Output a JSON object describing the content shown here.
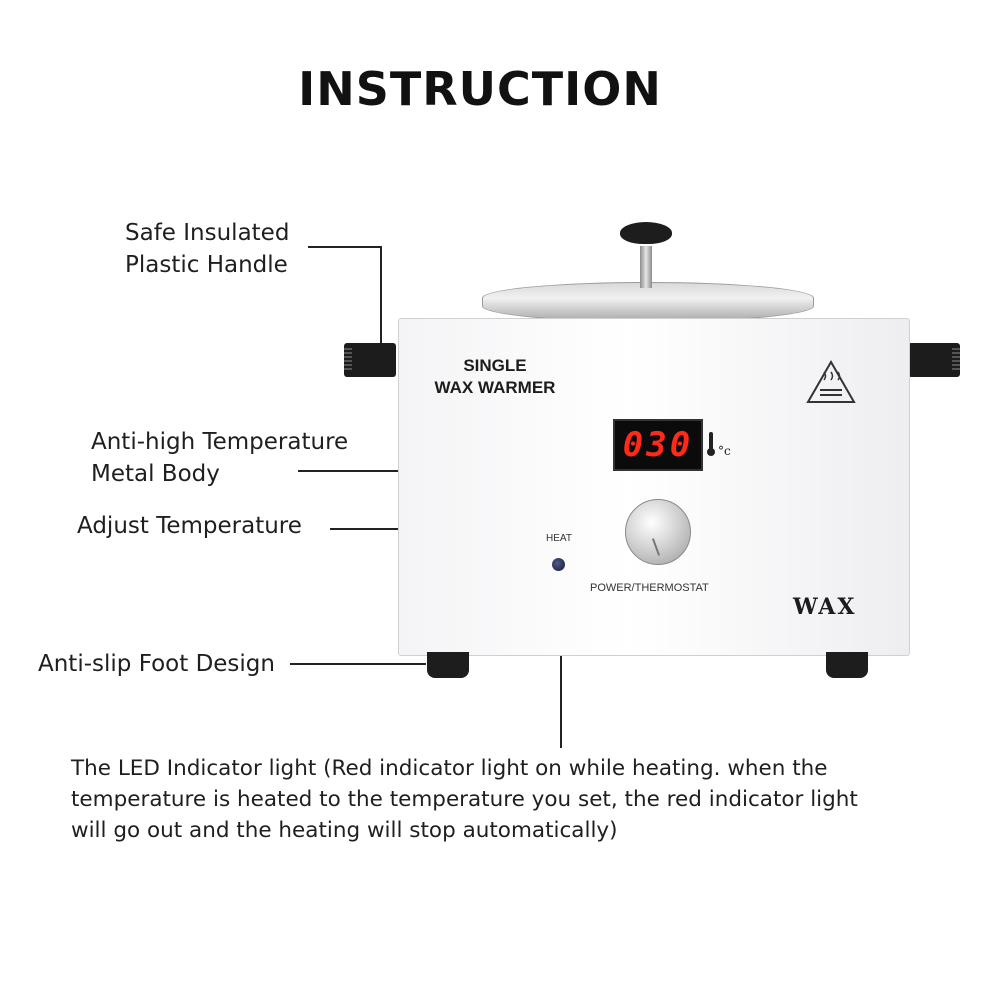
{
  "title": "INSTRUCTION",
  "labels": {
    "handle_line1": "Safe Insulated",
    "handle_line2": "Plastic Handle",
    "body_line1": "Anti-high Temperature",
    "body_line2": "Metal Body",
    "adjust": "Adjust Temperature",
    "foot": "Anti-slip Foot Design",
    "led_line1": "The LED Indicator light (Red indicator light on while heating. when the",
    "led_line2": "temperature is heated to the temperature you set, the red indicator light",
    "led_line3": "will go out and the heating will stop automatically)"
  },
  "device": {
    "name_line1": "SINGLE",
    "name_line2": "WAX WARMER",
    "display_value": "030",
    "unit": "°c",
    "heat_label": "HEAT",
    "power_label": "POWER/THERMOSTAT",
    "brand": "WAX"
  },
  "colors": {
    "display_digits": "#ff2a1a",
    "body": "#ffffff",
    "handles_feet": "#1d1d1d"
  },
  "icons": {
    "warning": "hot-surface-warning-triangle",
    "thermometer": "thermometer-icon"
  }
}
